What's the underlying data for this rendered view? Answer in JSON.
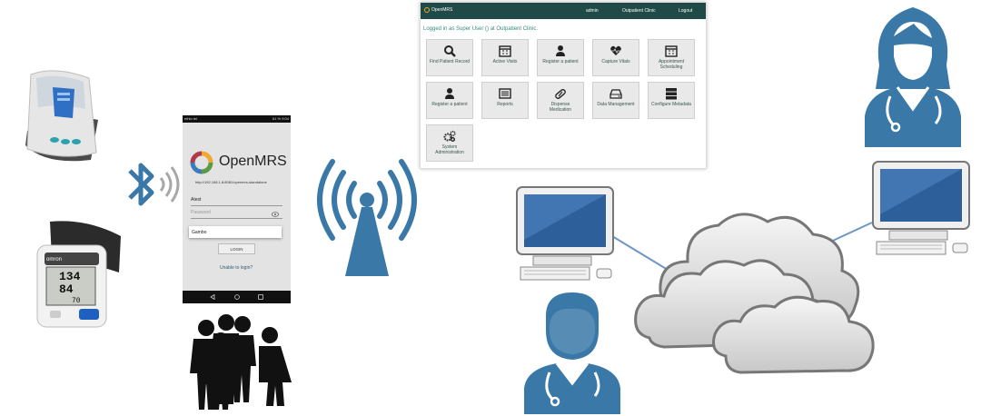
{
  "web_app": {
    "brand": "OpenMRS",
    "user_menu": "admin",
    "location_menu": "Outpatient Clinic",
    "logout_label": "Logout",
    "logged_in_text": "Logged in as Super User () at Outpatient Clinic.",
    "tiles": [
      {
        "label": "Find Patient Record",
        "icon": "search-icon"
      },
      {
        "label": "Active Visits",
        "icon": "calendar-icon"
      },
      {
        "label": "Register a patient",
        "icon": "user-icon"
      },
      {
        "label": "Capture Vitals",
        "icon": "heart-icon"
      },
      {
        "label": "Appointment Scheduling",
        "icon": "calendar-icon"
      },
      {
        "label": "Register a patient",
        "icon": "user-icon"
      },
      {
        "label": "Reports",
        "icon": "list-icon"
      },
      {
        "label": "Dispense Medication",
        "icon": "pill-icon"
      },
      {
        "label": "Data Management",
        "icon": "hdd-icon"
      },
      {
        "label": "Configure Metadata",
        "icon": "server-icon"
      },
      {
        "label": "System Administration",
        "icon": "gears-icon"
      }
    ]
  },
  "mobile_app": {
    "status_left": "ethio tel",
    "status_right": "61 % 9:04",
    "brand": "OpenMRS",
    "server_url": "http://192.168.1.8:8081/openmrs-standalone",
    "username_value": "Atest",
    "password_placeholder": "Password",
    "location_option": "Gambo",
    "login_button": "LOGIN",
    "forgot_link": "Unable to login?"
  },
  "icons": {
    "bp_monitor_top": "blood-pressure-monitor-icon",
    "bp_monitor_bottom": "blood-pressure-monitor-icon",
    "bp_display": {
      "sys": "134",
      "dia": "84",
      "pulse": "70",
      "brand": "omron"
    },
    "bluetooth": "bluetooth-icon",
    "wifi": "wireless-tower-icon",
    "people": "community-group-icon",
    "cloud": "cloud-icon",
    "doctor": "male-doctor-icon",
    "nurse": "female-doctor-icon"
  },
  "colors": {
    "accent_blue": "#3a78a8",
    "openmrs_header": "#1f4a47"
  }
}
